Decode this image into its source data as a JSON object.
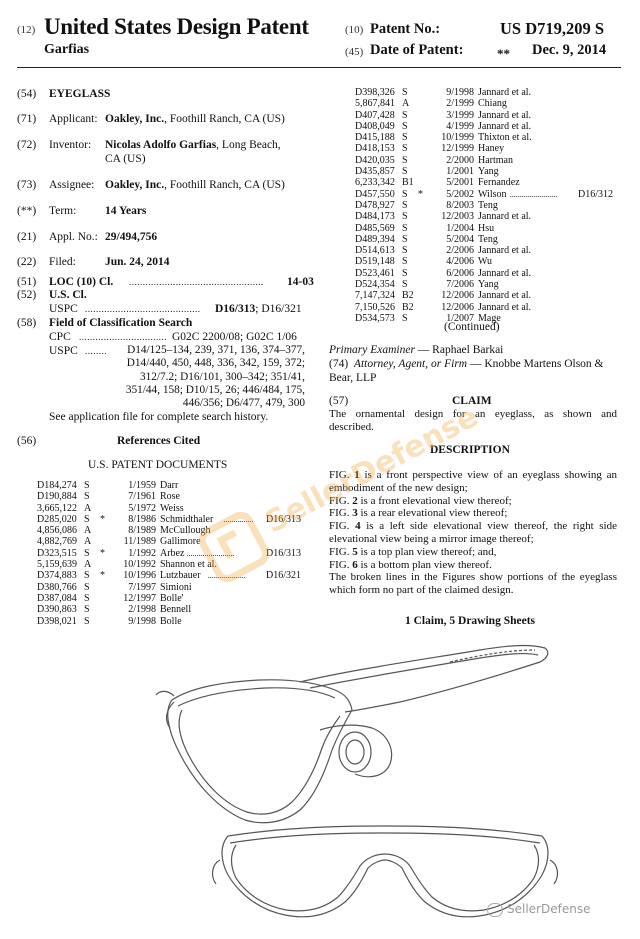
{
  "header": {
    "kind_code": "(12)",
    "title": "United States Design Patent",
    "inventor_surname": "Garfias",
    "patent_no_code": "(10)",
    "patent_no_label": "Patent No.:",
    "patent_no": "US D719,209 S",
    "date_code": "(45)",
    "date_label": "Date of Patent:",
    "date_marks": "**",
    "date": "Dec. 9, 2014"
  },
  "bib": {
    "title_code": "(54)",
    "title": "EYEGLASS",
    "applicant_code": "(71)",
    "applicant_label": "Applicant:",
    "applicant_name": "Oakley, Inc.",
    "applicant_loc": ", Foothill Ranch, CA (US)",
    "inventor_code": "(72)",
    "inventor_label": "Inventor:",
    "inventor_name": "Nicolas Adolfo Garfias",
    "inventor_loc1": ", Long Beach,",
    "inventor_loc2": "CA (US)",
    "assignee_code": "(73)",
    "assignee_label": "Assignee:",
    "assignee_name": "Oakley, Inc.",
    "assignee_loc": ", Foothill Ranch, CA (US)",
    "term_code": "(**)",
    "term_label": "Term:",
    "term_value": "14 Years",
    "appl_code": "(21)",
    "appl_label": "Appl. No.:",
    "appl_value": "29/494,756",
    "filed_code": "(22)",
    "filed_label": "Filed:",
    "filed_value": "Jun. 24, 2014",
    "loc_code": "(51)",
    "loc_label": "LOC (10) Cl.",
    "loc_dots": ".................................................",
    "loc_value": "14-03",
    "uscl_code": "(52)",
    "uscl_label": "U.S. Cl.",
    "uspc_label": "USPC",
    "uspc_dots": "..........................................",
    "uspc_main": "D16/313",
    "uspc_rest": "; D16/321",
    "fcs_code": "(58)",
    "fcs_label": "Field of Classification Search",
    "cpc_label": "CPC",
    "cpc_dots": "................................",
    "cpc_value": "G02C 2200/08; G02C 1/06",
    "uspc2_label": "USPC",
    "uspc2_dots": "........",
    "uspc2_lines": [
      "D14/125–134, 239, 371, 136, 374–377,",
      "D14/440, 450, 448, 336, 342, 159, 372;",
      "312/7.2; D16/101, 300–342; 351/41,",
      "351/44, 158; D10/15, 26; 446/484, 175,",
      "446/356; D6/477, 479, 300"
    ],
    "see_app": "See application file for complete search history.",
    "refs_code": "(56)",
    "refs_label": "References Cited",
    "us_docs": "U.S. PATENT DOCUMENTS"
  },
  "refs_left": [
    {
      "num": "D184,274",
      "kind": "S",
      "star": "",
      "date": "1/1959",
      "name": "Darr",
      "cls": ""
    },
    {
      "num": "D190,884",
      "kind": "S",
      "star": "",
      "date": "7/1961",
      "name": "Rose",
      "cls": ""
    },
    {
      "num": "3,665,122",
      "kind": "A",
      "star": "",
      "date": "5/1972",
      "name": "Weiss",
      "cls": ""
    },
    {
      "num": "D285,020",
      "kind": "S",
      "star": "*",
      "date": "8/1986",
      "name": "Schmidthaler",
      "dots": " ...............",
      "cls": "D16/313"
    },
    {
      "num": "4,856,086",
      "kind": "A",
      "star": "",
      "date": "8/1989",
      "name": "McCullough",
      "cls": ""
    },
    {
      "num": "4,882,769",
      "kind": "A",
      "star": "",
      "date": "11/1989",
      "name": "Gallimore",
      "cls": ""
    },
    {
      "num": "D323,515",
      "kind": "S",
      "star": "*",
      "date": "1/1992",
      "name": "Arbez",
      "dots": " ........................",
      "cls": "D16/313"
    },
    {
      "num": "5,159,639",
      "kind": "A",
      "star": "",
      "date": "10/1992",
      "name": "Shannon et al.",
      "cls": ""
    },
    {
      "num": "D374,883",
      "kind": "S",
      "star": "*",
      "date": "10/1996",
      "name": "Lutzbauer",
      "dots": " ...................",
      "cls": "D16/321"
    },
    {
      "num": "D380,766",
      "kind": "S",
      "star": "",
      "date": "7/1997",
      "name": "Simioni",
      "cls": ""
    },
    {
      "num": "D387,084",
      "kind": "S",
      "star": "",
      "date": "12/1997",
      "name": "Bolle'",
      "cls": ""
    },
    {
      "num": "D390,863",
      "kind": "S",
      "star": "",
      "date": "2/1998",
      "name": "Bennell",
      "cls": ""
    },
    {
      "num": "D398,021",
      "kind": "S",
      "star": "",
      "date": "9/1998",
      "name": "Bolle",
      "cls": ""
    }
  ],
  "refs_right": [
    {
      "num": "D398,326",
      "kind": "S",
      "star": "",
      "date": "9/1998",
      "name": "Jannard et al.",
      "cls": ""
    },
    {
      "num": "5,867,841",
      "kind": "A",
      "star": "",
      "date": "2/1999",
      "name": "Chiang",
      "cls": ""
    },
    {
      "num": "D407,428",
      "kind": "S",
      "star": "",
      "date": "3/1999",
      "name": "Jannard et al.",
      "cls": ""
    },
    {
      "num": "D408,049",
      "kind": "S",
      "star": "",
      "date": "4/1999",
      "name": "Jannard et al.",
      "cls": ""
    },
    {
      "num": "D415,188",
      "kind": "S",
      "star": "",
      "date": "10/1999",
      "name": "Thixton et al.",
      "cls": ""
    },
    {
      "num": "D418,153",
      "kind": "S",
      "star": "",
      "date": "12/1999",
      "name": "Haney",
      "cls": ""
    },
    {
      "num": "D420,035",
      "kind": "S",
      "star": "",
      "date": "2/2000",
      "name": "Hartman",
      "cls": ""
    },
    {
      "num": "D435,857",
      "kind": "S",
      "star": "",
      "date": "1/2001",
      "name": "Yang",
      "cls": ""
    },
    {
      "num": "6,233,342",
      "kind": "B1",
      "star": "",
      "date": "5/2001",
      "name": "Fernandez",
      "cls": ""
    },
    {
      "num": "D457,550",
      "kind": "S",
      "star": "*",
      "date": "5/2002",
      "name": "Wilson",
      "dots": " ........................",
      "cls": "D16/312"
    },
    {
      "num": "D478,927",
      "kind": "S",
      "star": "",
      "date": "8/2003",
      "name": "Teng",
      "cls": ""
    },
    {
      "num": "D484,173",
      "kind": "S",
      "star": "",
      "date": "12/2003",
      "name": "Jannard et al.",
      "cls": ""
    },
    {
      "num": "D485,569",
      "kind": "S",
      "star": "",
      "date": "1/2004",
      "name": "Hsu",
      "cls": ""
    },
    {
      "num": "D489,394",
      "kind": "S",
      "star": "",
      "date": "5/2004",
      "name": "Teng",
      "cls": ""
    },
    {
      "num": "D514,613",
      "kind": "S",
      "star": "",
      "date": "2/2006",
      "name": "Jannard et al.",
      "cls": ""
    },
    {
      "num": "D519,148",
      "kind": "S",
      "star": "",
      "date": "4/2006",
      "name": "Wu",
      "cls": ""
    },
    {
      "num": "D523,461",
      "kind": "S",
      "star": "",
      "date": "6/2006",
      "name": "Jannard et al.",
      "cls": ""
    },
    {
      "num": "D524,354",
      "kind": "S",
      "star": "",
      "date": "7/2006",
      "name": "Yang",
      "cls": ""
    },
    {
      "num": "7,147,324",
      "kind": "B2",
      "star": "",
      "date": "12/2006",
      "name": "Jannard et al.",
      "cls": ""
    },
    {
      "num": "7,150,526",
      "kind": "B2",
      "star": "",
      "date": "12/2006",
      "name": "Jannard et al.",
      "cls": ""
    },
    {
      "num": "D534,573",
      "kind": "S",
      "star": "",
      "date": "1/2007",
      "name": "Mage",
      "cls": ""
    }
  ],
  "right": {
    "continued": "(Continued)",
    "examiner_label": "Primary Examiner",
    "examiner_dash": " — ",
    "examiner_name": "Raphael Barkai",
    "attorney_code": "(74)",
    "attorney_label": "Attorney, Agent, or Firm",
    "attorney_dash": " — ",
    "attorney_name1": "Knobbe Martens Olson &",
    "attorney_name2": "Bear, LLP",
    "claim_code": "(57)",
    "claim_label": "CLAIM",
    "claim_text1": "The ornamental design for an eyeglass, as shown and",
    "claim_text2": "described.",
    "desc_label": "DESCRIPTION",
    "desc": [
      {
        "pre": "FIG. ",
        "fig": "1",
        "post": " is a front perspective view of an eyeglass showing an"
      },
      {
        "pre": "",
        "fig": "",
        "post": "embodiment of the new design;"
      },
      {
        "pre": "FIG. ",
        "fig": "2",
        "post": " is a front elevational view thereof;"
      },
      {
        "pre": "FIG. ",
        "fig": "3",
        "post": " is a rear elevational view thereof;"
      },
      {
        "pre": "FIG. ",
        "fig": "4",
        "post": " is a left side elevational view thereof, the right side"
      },
      {
        "pre": "",
        "fig": "",
        "post": "elevational view being a mirror image thereof;"
      },
      {
        "pre": "FIG. ",
        "fig": "5",
        "post": " is a top plan view thereof; and,"
      },
      {
        "pre": "FIG. ",
        "fig": "6",
        "post": " is a bottom plan view thereof."
      },
      {
        "pre": "",
        "fig": "",
        "post": "The broken lines in the Figures show portions of the eyeglass"
      },
      {
        "pre": "",
        "fig": "",
        "post": "which form no part of the claimed design."
      }
    ],
    "claims_sheets": "1 Claim, 5 Drawing Sheets"
  },
  "watermark": {
    "center_text": "SellerDefense",
    "corner_text": "SellerDefense",
    "color": "#f0aa3c"
  }
}
